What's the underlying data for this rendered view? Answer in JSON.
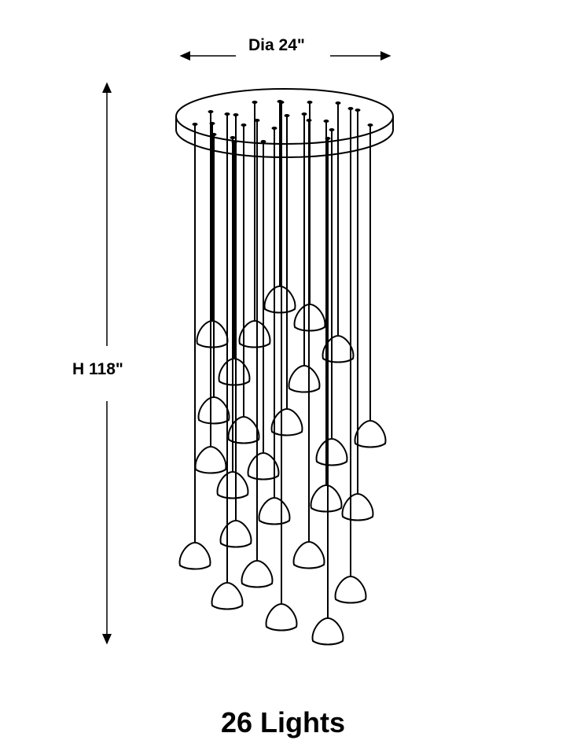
{
  "dimensions": {
    "diameter_label": "Dia 24\"",
    "height_label": "H 118\""
  },
  "product": {
    "light_count_label": "26 Lights",
    "light_count": 26
  },
  "colors": {
    "line": "#000000",
    "background": "#ffffff"
  }
}
